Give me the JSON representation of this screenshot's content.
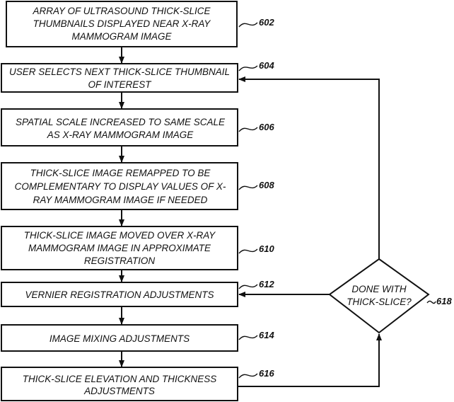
{
  "steps": [
    {
      "id": "602",
      "lines": [
        "ARRAY OF ULTRASOUND THICK-SLICE",
        "THUMBNAILS DISPLAYED NEAR X-RAY",
        "MAMMOGRAM IMAGE"
      ]
    },
    {
      "id": "604",
      "lines": [
        "USER SELECTS NEXT THICK-SLICE THUMBNAIL",
        "OF INTEREST"
      ]
    },
    {
      "id": "606",
      "lines": [
        "SPATIAL SCALE INCREASED TO SAME SCALE",
        "AS X-RAY MAMMOGRAM IMAGE"
      ]
    },
    {
      "id": "608",
      "lines": [
        "THICK-SLICE IMAGE REMAPPED TO BE",
        "COMPLEMENTARY TO DISPLAY VALUES OF X-",
        "RAY MAMMOGRAM IMAGE IF NEEDED"
      ]
    },
    {
      "id": "610",
      "lines": [
        "THICK-SLICE IMAGE MOVED OVER X-RAY",
        "MAMMOGRAM IMAGE IN APPROXIMATE",
        "REGISTRATION"
      ]
    },
    {
      "id": "612",
      "lines": [
        "VERNIER REGISTRATION ADJUSTMENTS"
      ]
    },
    {
      "id": "614",
      "lines": [
        "IMAGE MIXING ADJUSTMENTS"
      ]
    },
    {
      "id": "616",
      "lines": [
        "THICK-SLICE ELEVATION AND THICKNESS",
        "ADJUSTMENTS"
      ]
    }
  ],
  "decision": {
    "id": "618",
    "lines": [
      "DONE WITH",
      "THICK-SLICE?"
    ]
  }
}
